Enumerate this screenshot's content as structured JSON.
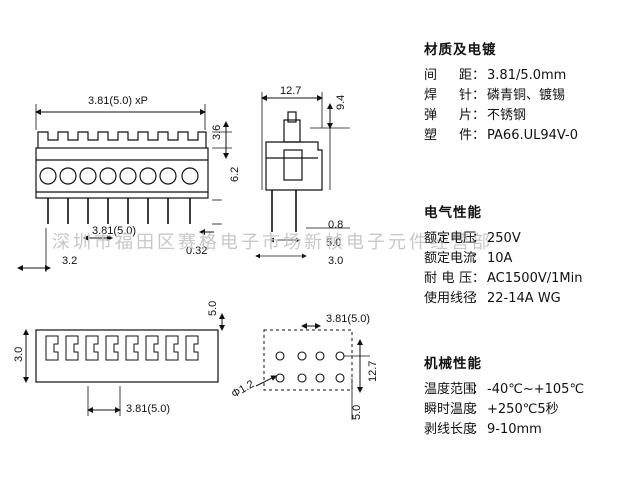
{
  "drawing": {
    "front": {
      "pitch_label": "3.81(5.0) xP",
      "height_top": "3.6",
      "height_body": "6.2",
      "pitch_bottom": "3.81(5.0)",
      "offset": "0.32",
      "lead": "3.2"
    },
    "side": {
      "width": "12.7",
      "height": "9.4",
      "d1": "0.8",
      "d2": "5.0",
      "d3": "3.0"
    },
    "top": {
      "depth": "3.0",
      "right": "5.0",
      "pitch": "3.81(5.0)"
    },
    "pcb": {
      "pitch": "3.81(5.0)",
      "hole": "Φ1.2",
      "span": "12.7",
      "row": "5.0"
    }
  },
  "materials": {
    "title": "材质及电镀",
    "rows": [
      {
        "k": "间距",
        "v": "3.81/5.0mm"
      },
      {
        "k": "焊针",
        "v": "磷青铜、镀锡"
      },
      {
        "k": "弹片",
        "v": "不锈钢"
      },
      {
        "k": "塑件",
        "v": "PA66.UL94V-0"
      }
    ]
  },
  "electrical": {
    "title": "电气性能",
    "rows": [
      {
        "k": "额定电压",
        "v": "250V"
      },
      {
        "k": "额定电流",
        "v": "10A"
      },
      {
        "k": "耐电压",
        "v": "AC1500V/1Min"
      },
      {
        "k": "使用线径",
        "v": "22-14A WG"
      }
    ]
  },
  "mechanical": {
    "title": "机械性能",
    "rows": [
      {
        "k": "温度范围",
        "v": "-40℃~+105℃"
      },
      {
        "k": "瞬时温度",
        "v": "+250℃5秒"
      },
      {
        "k": "剥线长度",
        "v": "9-10mm"
      }
    ]
  },
  "watermark": "深圳市福田区赛格电子市场新帧电子元件经营部"
}
